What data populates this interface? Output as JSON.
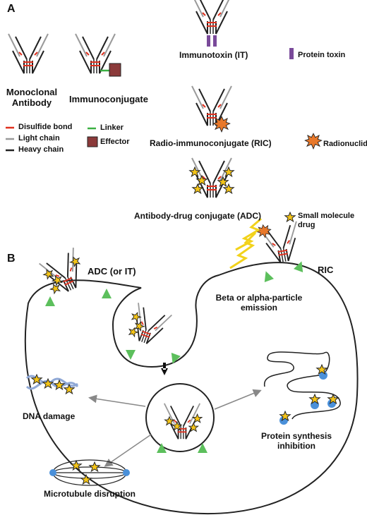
{
  "panel_a": {
    "letter": "A",
    "monoclonal": "Monoclonal Antibody",
    "immunoconjugate": "Immunoconjugate",
    "immunotoxin": "Immunotoxin (IT)",
    "protein_toxin": "Protein toxin",
    "ric": "Radio-immunoconjugate (RIC)",
    "radionuclide": "Radionuclide",
    "adc": "Antibody-drug conjugate (ADC)",
    "small_molecule": "Small molecule drug",
    "legend": {
      "disulfide": "Disulfide bond",
      "light": "Light chain",
      "heavy": "Heavy chain",
      "linker": "Linker",
      "effector": "Effector"
    }
  },
  "panel_b": {
    "letter": "B",
    "adc_it": "ADC (or IT)",
    "ric": "RIC",
    "beta": "Beta or alpha-particle emission",
    "dna": "DNA damage",
    "microtubule": "Microtubule disruption",
    "protein": "Protein synthesis inhibition"
  },
  "colors": {
    "disulfide": "#e0301e",
    "light_chain": "#9a9a9a",
    "heavy_chain": "#222222",
    "linker": "#3cb043",
    "effector": "#8b3a3a",
    "toxin": "#7a4a9a",
    "radionuclide": "#e8782a",
    "star": "#f5c518",
    "receptor": "#5cbf5c",
    "ribosome": "#4a90d9",
    "emission": "#f2d21b"
  }
}
